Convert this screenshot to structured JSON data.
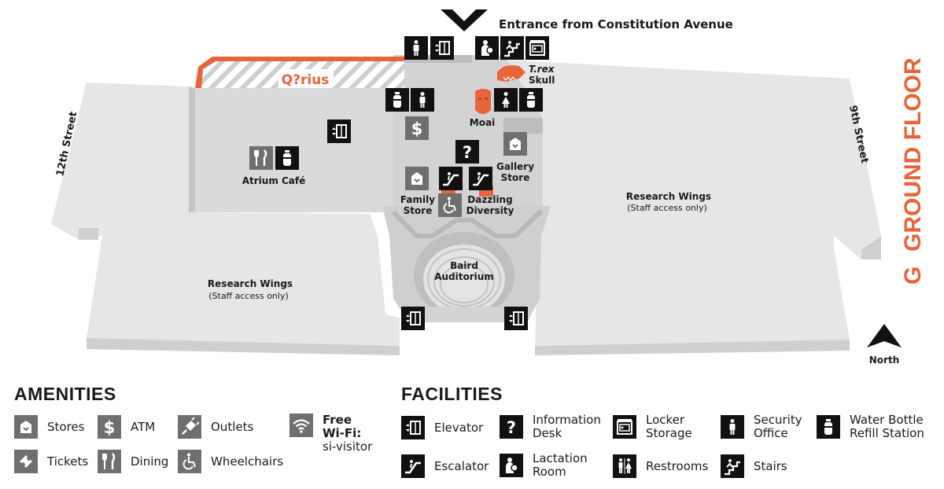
{
  "map": {
    "floor_title": "GROUND FLOOR",
    "floor_letter": "G",
    "entrance": "Entrance from Constitution Avenue",
    "north": "North",
    "streets": {
      "left": "12th Street",
      "right": "9th Street"
    },
    "qrius": "Q?rius",
    "places": {
      "trex_line1": "T.rex",
      "trex_line2": "Skull",
      "moai": "Moai",
      "atrium_cafe": "Atrium Café",
      "gallery_store_line1": "Gallery",
      "gallery_store_line2": "Store",
      "family_store_line1": "Family",
      "family_store_line2": "Store",
      "dazzling_line1": "Dazzling",
      "dazzling_line2": "Diversity",
      "baird_line1": "Baird",
      "baird_line2": "Auditorium",
      "research_right_title": "Research Wings",
      "research_right_sub": "(Staff access only)",
      "research_left_title": "Research Wings",
      "research_left_sub": "(Staff access only)"
    }
  },
  "amenities": {
    "heading": "AMENITIES",
    "items": [
      {
        "label": "Stores",
        "icon": "stores-icon"
      },
      {
        "label": "ATM",
        "icon": "atm-icon"
      },
      {
        "label": "Outlets",
        "icon": "outlet-icon"
      },
      {
        "label": "Tickets",
        "icon": "ticket-icon"
      },
      {
        "label": "Dining",
        "icon": "dining-icon"
      },
      {
        "label": "Wheelchairs",
        "icon": "wheelchair-icon"
      }
    ],
    "wifi": {
      "line1": "Free",
      "line2": "Wi-Fi:",
      "line3": "si-visitor"
    }
  },
  "facilities": {
    "heading": "FACILITIES",
    "items": [
      {
        "label": "Elevator",
        "icon": "elevator-icon"
      },
      {
        "label": "Escalator",
        "icon": "escalator-icon"
      },
      {
        "label1": "Information",
        "label2": "Desk",
        "icon": "information-icon"
      },
      {
        "label1": "Lactation",
        "label2": "Room",
        "icon": "lactation-icon"
      },
      {
        "label1": "Locker",
        "label2": "Storage",
        "icon": "locker-icon"
      },
      {
        "label": "Restrooms",
        "icon": "restroom-icon"
      },
      {
        "label1": "Security",
        "label2": "Office",
        "icon": "security-icon"
      },
      {
        "label": "Stairs",
        "icon": "stairs-icon"
      },
      {
        "label1": "Water Bottle",
        "label2": "Refill Station",
        "icon": "water-bottle-icon"
      }
    ]
  },
  "colors": {
    "accent": "#e8643a",
    "icon_dark": "#111111",
    "icon_gray": "#6f6f6f",
    "floor_light": "#e6e6e6",
    "floor_mid": "#cfcfcf"
  }
}
